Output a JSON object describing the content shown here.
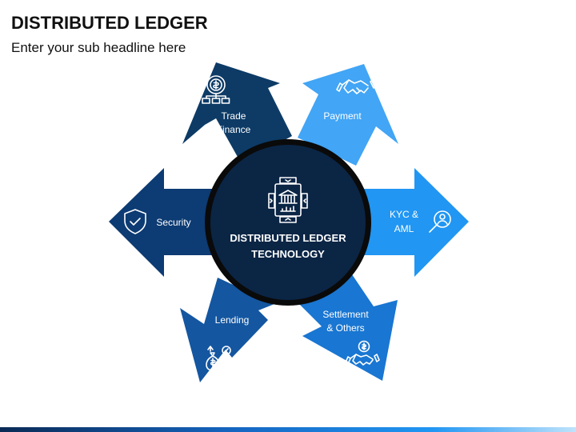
{
  "header": {
    "title": "DISTRIBUTED LEDGER",
    "subtitle": "Enter your sub headline here"
  },
  "center": {
    "line1": "DISTRIBUTED LEDGER",
    "line2": "TECHNOLOGY",
    "icon": "bank-blockchain-icon"
  },
  "arrows": [
    {
      "id": "trade-finance",
      "line1": "Trade",
      "line2": "Finance",
      "icon": "dollar-network-icon",
      "color": "#0d3b66"
    },
    {
      "id": "payment",
      "line1": "Payment",
      "line2": "",
      "icon": "handshake-icon",
      "color": "#42a5f5"
    },
    {
      "id": "security",
      "line1": "Security",
      "line2": "",
      "icon": "shield-check-icon",
      "color": "#0d3b73"
    },
    {
      "id": "kyc-aml",
      "line1": "KYC &",
      "line2": "AML",
      "icon": "magnifier-user-icon",
      "color": "#2196f3"
    },
    {
      "id": "lending",
      "line1": "Lending",
      "line2": "",
      "icon": "money-bag-percent-icon",
      "color": "#1456a0"
    },
    {
      "id": "settlement",
      "line1": "Settlement",
      "line2": "& Others",
      "icon": "handshake-dollar-icon",
      "color": "#1976d2"
    }
  ],
  "colors": {
    "circle_fill": "#0b2545",
    "circle_ring": "#0a0a0a"
  }
}
